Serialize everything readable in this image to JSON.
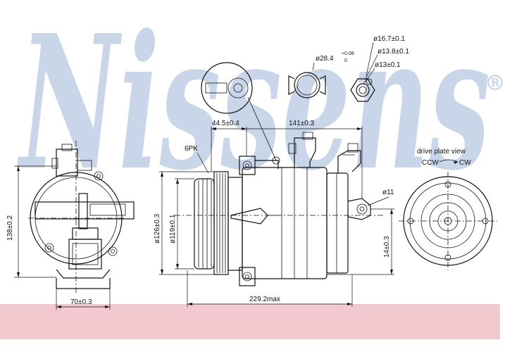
{
  "brand": {
    "watermark": "Nissens",
    "registered": "®",
    "watermark_color": "#c9d6ea",
    "band_color": "#f1c9cf"
  },
  "labels": {
    "drive_plate_view": "drive plate view",
    "ccw": "CCW",
    "cw": "CW",
    "belt": "6PK",
    "dim_44_5": "44.5±0.4",
    "dim_141": "141±0.3",
    "dim_28_4": "ø28.4",
    "dim_28_4_tol": "+0.08",
    "dim_28_4_tol2": "0",
    "dim_16_7": "ø16.7±0.1",
    "dim_13_8": "ø13.8±0.1",
    "dim_13": "ø13±0.1",
    "dim_11": "ø11",
    "dim_126": "ø126±0.3",
    "dim_119": "ø119±0.1",
    "dim_138": "138±0.2",
    "dim_14": "14±0.3",
    "dim_70": "70±0.3",
    "dim_229": "229.2max"
  }
}
